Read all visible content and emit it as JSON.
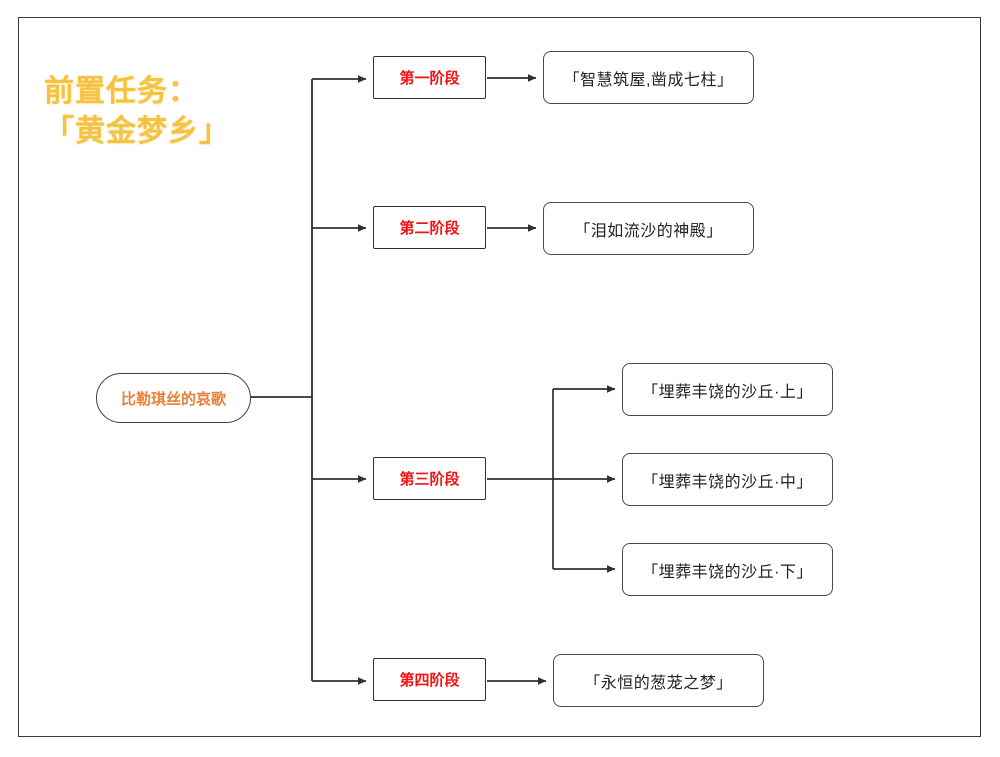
{
  "diagram": {
    "type": "flowchart",
    "title_line1": "前置任务：",
    "title_line2": "「黄金梦乡」",
    "title_color": "#F5C242",
    "stage_color": "#F01414",
    "root_color": "#E8803A",
    "leaf_color": "#222222",
    "frame_color": "#3a3a3a",
    "root": {
      "label": "比勒琪丝的哀歌"
    },
    "stages": [
      {
        "label": "第一阶段"
      },
      {
        "label": "第二阶段"
      },
      {
        "label": "第三阶段"
      },
      {
        "label": "第四阶段"
      }
    ],
    "leaves": {
      "stage1": "「智慧筑屋,凿成七柱」",
      "stage2": "「泪如流沙的神殿」",
      "stage3_a": "「埋葬丰饶的沙丘·上」",
      "stage3_b": "「埋葬丰饶的沙丘·中」",
      "stage3_c": "「埋葬丰饶的沙丘·下」",
      "stage4": "「永恒的葱茏之梦」"
    }
  }
}
